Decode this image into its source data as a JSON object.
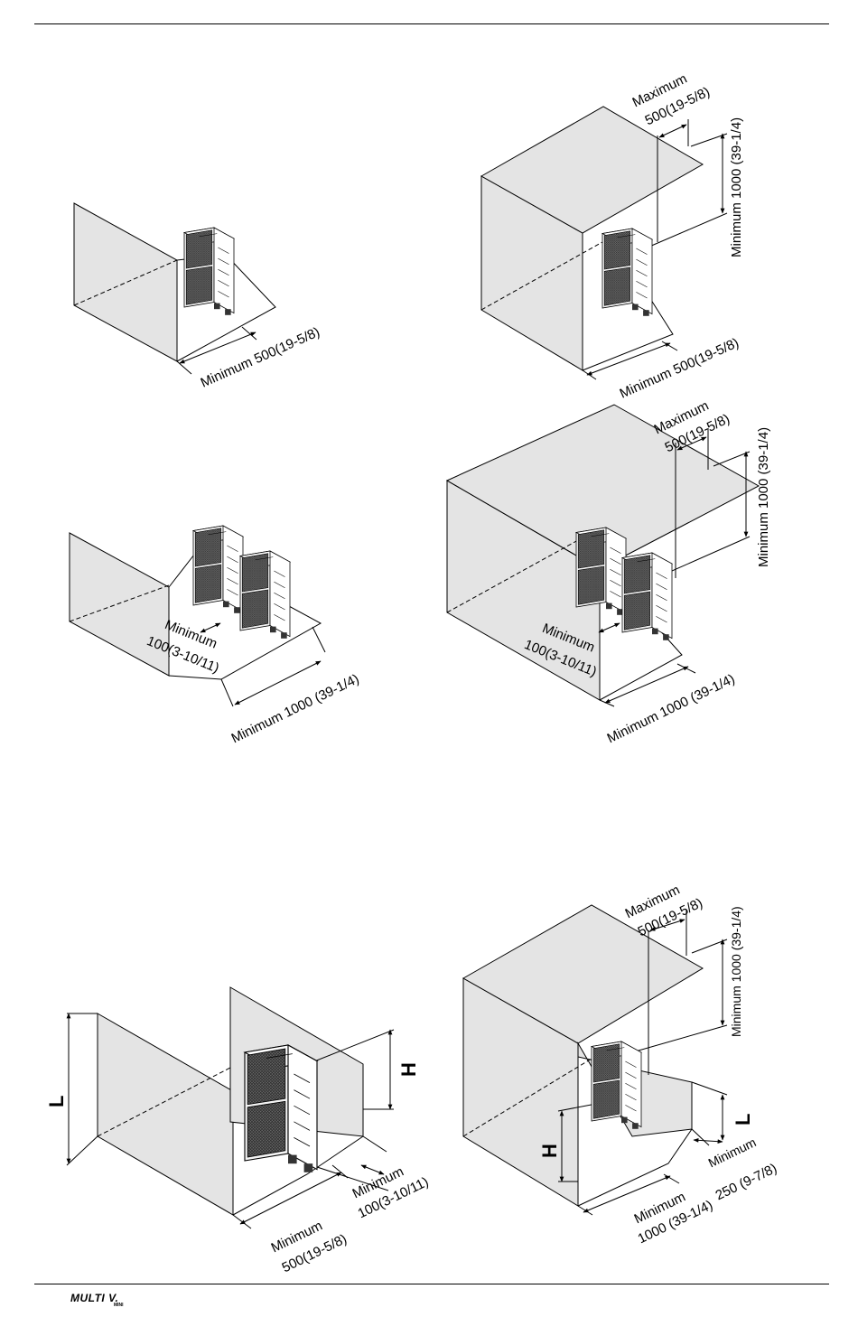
{
  "labels": {
    "d1_min": "Minimum 500(19-5/8)",
    "d2_max1": "Maximum",
    "d2_max2": "500(19-5/8)",
    "d2_vmin": "Minimum 1000 (39-1/4)",
    "d2_min": "Minimum 500(19-5/8)",
    "d3_gap1": "Minimum",
    "d3_gap2": "100(3-10/11)",
    "d3_min": "Minimum 1000 (39-1/4)",
    "d4_max1": "Maximum",
    "d4_max2": "500(19-5/8)",
    "d4_vmin": "Minimum 1000 (39-1/4)",
    "d4_gap1": "Minimum",
    "d4_gap2": "100(3-10/11)",
    "d4_min": "Minimum 1000 (39-1/4)",
    "d5_L": "L",
    "d5_H": "H",
    "d5_side1": "Minimum",
    "d5_side2": "100(3-10/11)",
    "d5_front1": "Minimum",
    "d5_front2": "500(19-5/8)",
    "d6_max1": "Maximum",
    "d6_max2": "500(19-5/8)",
    "d6_vmin": "Minimum 1000 (39-1/4)",
    "d6_H": "H",
    "d6_L": "L",
    "d6_front1": "Minimum",
    "d6_front2": "1000 (39-1/4)",
    "d6_side1": "Minimum",
    "d6_side2": "250 (9-7/8)"
  },
  "footer": {
    "brand": "MULTI V.",
    "sub": "MINI"
  },
  "colors": {
    "wall": "#e4e4e4",
    "ink": "#000000",
    "unit_fan": "#555555"
  }
}
